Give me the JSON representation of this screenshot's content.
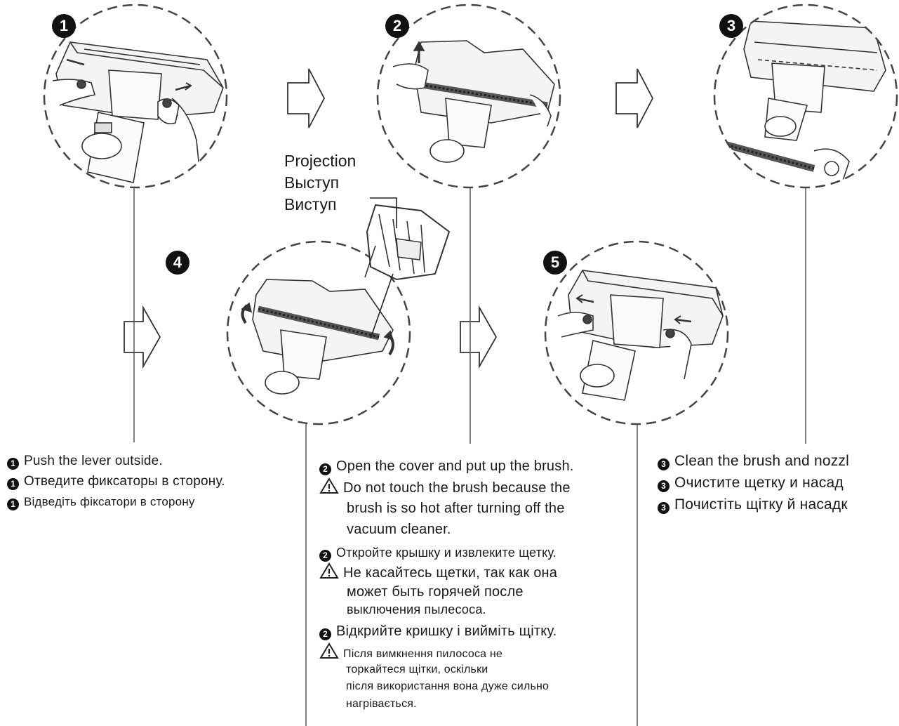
{
  "steps": [
    {
      "number": "1"
    },
    {
      "number": "2"
    },
    {
      "number": "3"
    },
    {
      "number": "4"
    },
    {
      "number": "5"
    }
  ],
  "callout": {
    "lines": [
      "Projection",
      "Выступ",
      "Виступ"
    ]
  },
  "instructions": {
    "step1": {
      "bullet": "1",
      "lines": [
        "Push the lever outside.",
        "Отведите фиксаторы в сторону.",
        "Відведіть фіксатори в сторону"
      ]
    },
    "step2": {
      "bullet": "2",
      "en_action": "Open the cover and put up the brush.",
      "en_warning": [
        "Do not touch the brush because the",
        "brush is so hot  after turning off the",
        "vacuum cleaner."
      ],
      "ru_action": "Откройте крышку и извлеките щетку.",
      "ru_warning": [
        "Не касайтесь щетки, так как она",
        "может быть  горячей после",
        "выключения пылесоса."
      ],
      "uk_action": "Відкрийте кришку і вийміть щітку.",
      "uk_warning": [
        "Після вимкнення пилососа не",
        "торкайтеся щітки, оскільки",
        "після використання вона дуже сильно",
        "нагрівається."
      ]
    },
    "step3": {
      "bullet": "3",
      "lines": [
        "Clean the brush and nozzl",
        "Очистите щетку и насад",
        "Почистіть щітку й насадк"
      ]
    }
  },
  "colors": {
    "ink": "#1a1a1a",
    "line": "#555555",
    "dash": "#444444"
  }
}
